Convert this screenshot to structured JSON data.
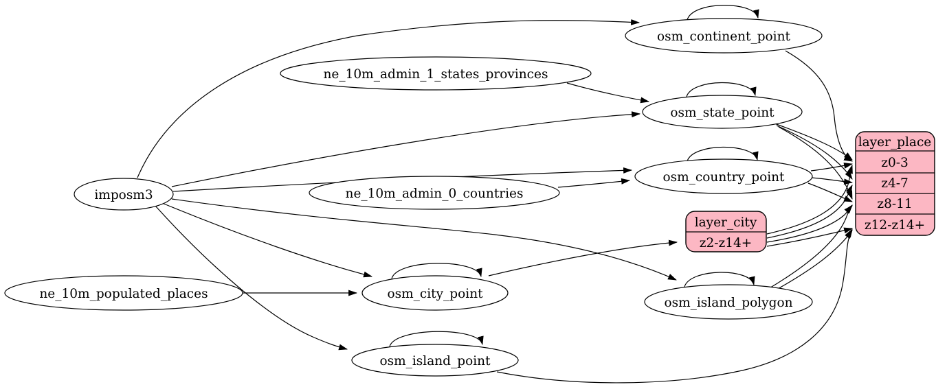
{
  "colors": {
    "record_fill": "#fcb7c3",
    "node_fill": "#ffffff",
    "stroke": "#000000",
    "background": "#ffffff"
  },
  "nodes": {
    "imposm3": {
      "label": "imposm3",
      "shape": "ellipse"
    },
    "ne_10m_admin_1_states_provinces": {
      "label": "ne_10m_admin_1_states_provinces",
      "shape": "ellipse"
    },
    "ne_10m_admin_0_countries": {
      "label": "ne_10m_admin_0_countries",
      "shape": "ellipse"
    },
    "ne_10m_populated_places": {
      "label": "ne_10m_populated_places",
      "shape": "ellipse"
    },
    "osm_continent_point": {
      "label": "osm_continent_point",
      "shape": "ellipse"
    },
    "osm_state_point": {
      "label": "osm_state_point",
      "shape": "ellipse"
    },
    "osm_country_point": {
      "label": "osm_country_point",
      "shape": "ellipse"
    },
    "osm_city_point": {
      "label": "osm_city_point",
      "shape": "ellipse"
    },
    "osm_island_polygon": {
      "label": "osm_island_polygon",
      "shape": "ellipse"
    },
    "osm_island_point": {
      "label": "osm_island_point",
      "shape": "ellipse"
    },
    "layer_city": {
      "label": "layer_city",
      "rows": [
        "z2-z14+"
      ],
      "shape": "record"
    },
    "layer_place": {
      "label": "layer_place",
      "rows": [
        "z0-3",
        "z4-7",
        "z8-11",
        "z12-z14+"
      ],
      "shape": "record"
    }
  },
  "edges": [
    {
      "from": "imposm3",
      "to": "osm_continent_point"
    },
    {
      "from": "imposm3",
      "to": "osm_state_point"
    },
    {
      "from": "imposm3",
      "to": "osm_country_point"
    },
    {
      "from": "imposm3",
      "to": "osm_city_point"
    },
    {
      "from": "imposm3",
      "to": "osm_island_polygon"
    },
    {
      "from": "imposm3",
      "to": "osm_island_point"
    },
    {
      "from": "ne_10m_admin_1_states_provinces",
      "to": "osm_state_point"
    },
    {
      "from": "ne_10m_admin_0_countries",
      "to": "osm_country_point"
    },
    {
      "from": "ne_10m_populated_places",
      "to": "osm_city_point"
    },
    {
      "from": "osm_continent_point",
      "to": "osm_continent_point",
      "type": "self-loop"
    },
    {
      "from": "osm_state_point",
      "to": "osm_state_point",
      "type": "self-loop"
    },
    {
      "from": "osm_country_point",
      "to": "osm_country_point",
      "type": "self-loop"
    },
    {
      "from": "osm_city_point",
      "to": "osm_city_point",
      "type": "self-loop"
    },
    {
      "from": "osm_island_polygon",
      "to": "osm_island_polygon",
      "type": "self-loop"
    },
    {
      "from": "osm_island_point",
      "to": "osm_island_point",
      "type": "self-loop"
    },
    {
      "from": "osm_continent_point",
      "to": "layer_place",
      "port": "z0-3"
    },
    {
      "from": "osm_state_point",
      "to": "layer_place",
      "port": "z0-3"
    },
    {
      "from": "osm_state_point",
      "to": "layer_place",
      "port": "z4-7"
    },
    {
      "from": "osm_state_point",
      "to": "layer_place",
      "port": "z8-11"
    },
    {
      "from": "osm_country_point",
      "to": "layer_place",
      "port": "z0-3"
    },
    {
      "from": "osm_country_point",
      "to": "layer_place",
      "port": "z4-7"
    },
    {
      "from": "osm_country_point",
      "to": "layer_place",
      "port": "z8-11"
    },
    {
      "from": "osm_city_point",
      "to": "layer_city",
      "port": "z2-z14+"
    },
    {
      "from": "layer_city",
      "to": "layer_place",
      "port": "z0-3"
    },
    {
      "from": "layer_city",
      "to": "layer_place",
      "port": "z4-7"
    },
    {
      "from": "layer_city",
      "to": "layer_place",
      "port": "z8-11"
    },
    {
      "from": "layer_city",
      "to": "layer_place",
      "port": "z12-z14+"
    },
    {
      "from": "osm_island_polygon",
      "to": "layer_place",
      "port": "z8-11"
    },
    {
      "from": "osm_island_polygon",
      "to": "layer_place",
      "port": "z12-z14+"
    },
    {
      "from": "osm_island_point",
      "to": "layer_place",
      "port": "z12-z14+"
    }
  ]
}
